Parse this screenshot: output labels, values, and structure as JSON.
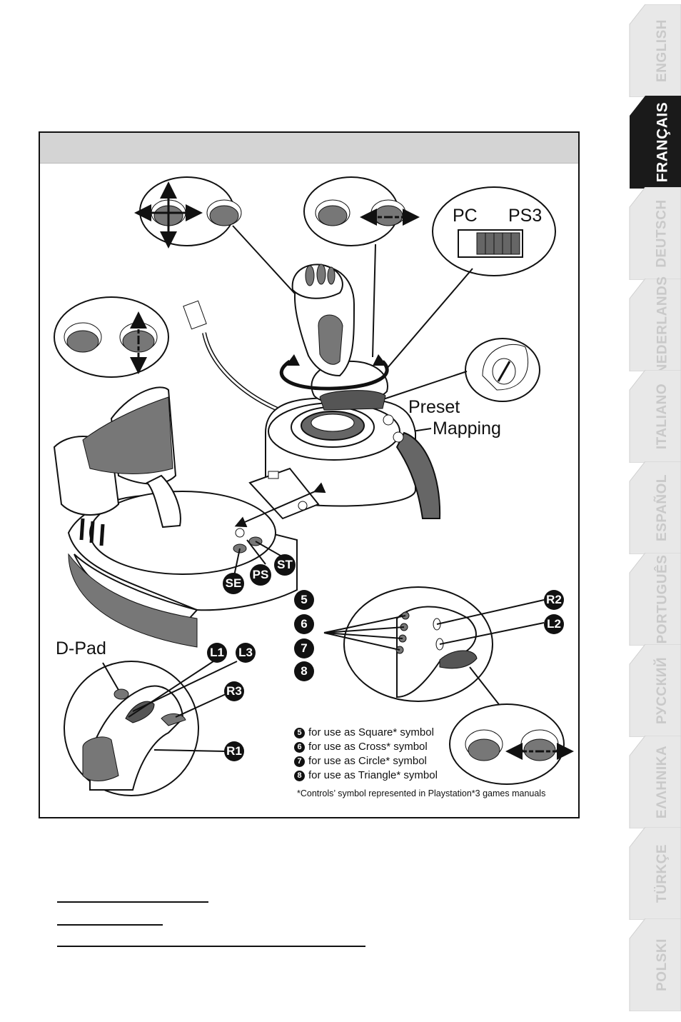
{
  "language_tabs": [
    {
      "label": "ENGLISH",
      "active": false
    },
    {
      "label": "FRANÇAIS",
      "active": true
    },
    {
      "label": "DEUTSCH",
      "active": false
    },
    {
      "label": "NEDERLANDS",
      "active": false
    },
    {
      "label": "ITALIANO",
      "active": false
    },
    {
      "label": "ESPAÑOL",
      "active": false
    },
    {
      "label": "PORTUGUÊS",
      "active": false
    },
    {
      "label": "РУССКИЙ",
      "active": false
    },
    {
      "label": "ΕΛΛΗΝΙΚΑ",
      "active": false
    },
    {
      "label": "TÜRKÇE",
      "active": false
    },
    {
      "label": "POLSKI",
      "active": false
    }
  ],
  "figure": {
    "switch_left": "PC",
    "switch_right": "PS3",
    "preset": "Preset",
    "mapping": "Mapping",
    "dpad": "D-Pad",
    "base_buttons": [
      "SE",
      "PS",
      "ST"
    ],
    "trigger_buttons": [
      "L1",
      "L3",
      "R3",
      "R1"
    ],
    "throttle_buttons": [
      "R2",
      "L2"
    ],
    "numbers": [
      "5",
      "6",
      "7",
      "8"
    ],
    "legend": [
      {
        "num": "5",
        "text": "for use as Square* symbol"
      },
      {
        "num": "6",
        "text": "for use as Cross* symbol"
      },
      {
        "num": "7",
        "text": "for use as Circle* symbol"
      },
      {
        "num": "8",
        "text": "for use as Triangle* symbol"
      }
    ],
    "footnote": "*Controls’ symbol represented in Playstation*3 games manuals"
  },
  "colors": {
    "active_tab": "#1a1a1a",
    "inactive_tab": "#e6e6e6",
    "header_bar": "#d4d4d4",
    "grey_fill": "#6f6f6f"
  }
}
